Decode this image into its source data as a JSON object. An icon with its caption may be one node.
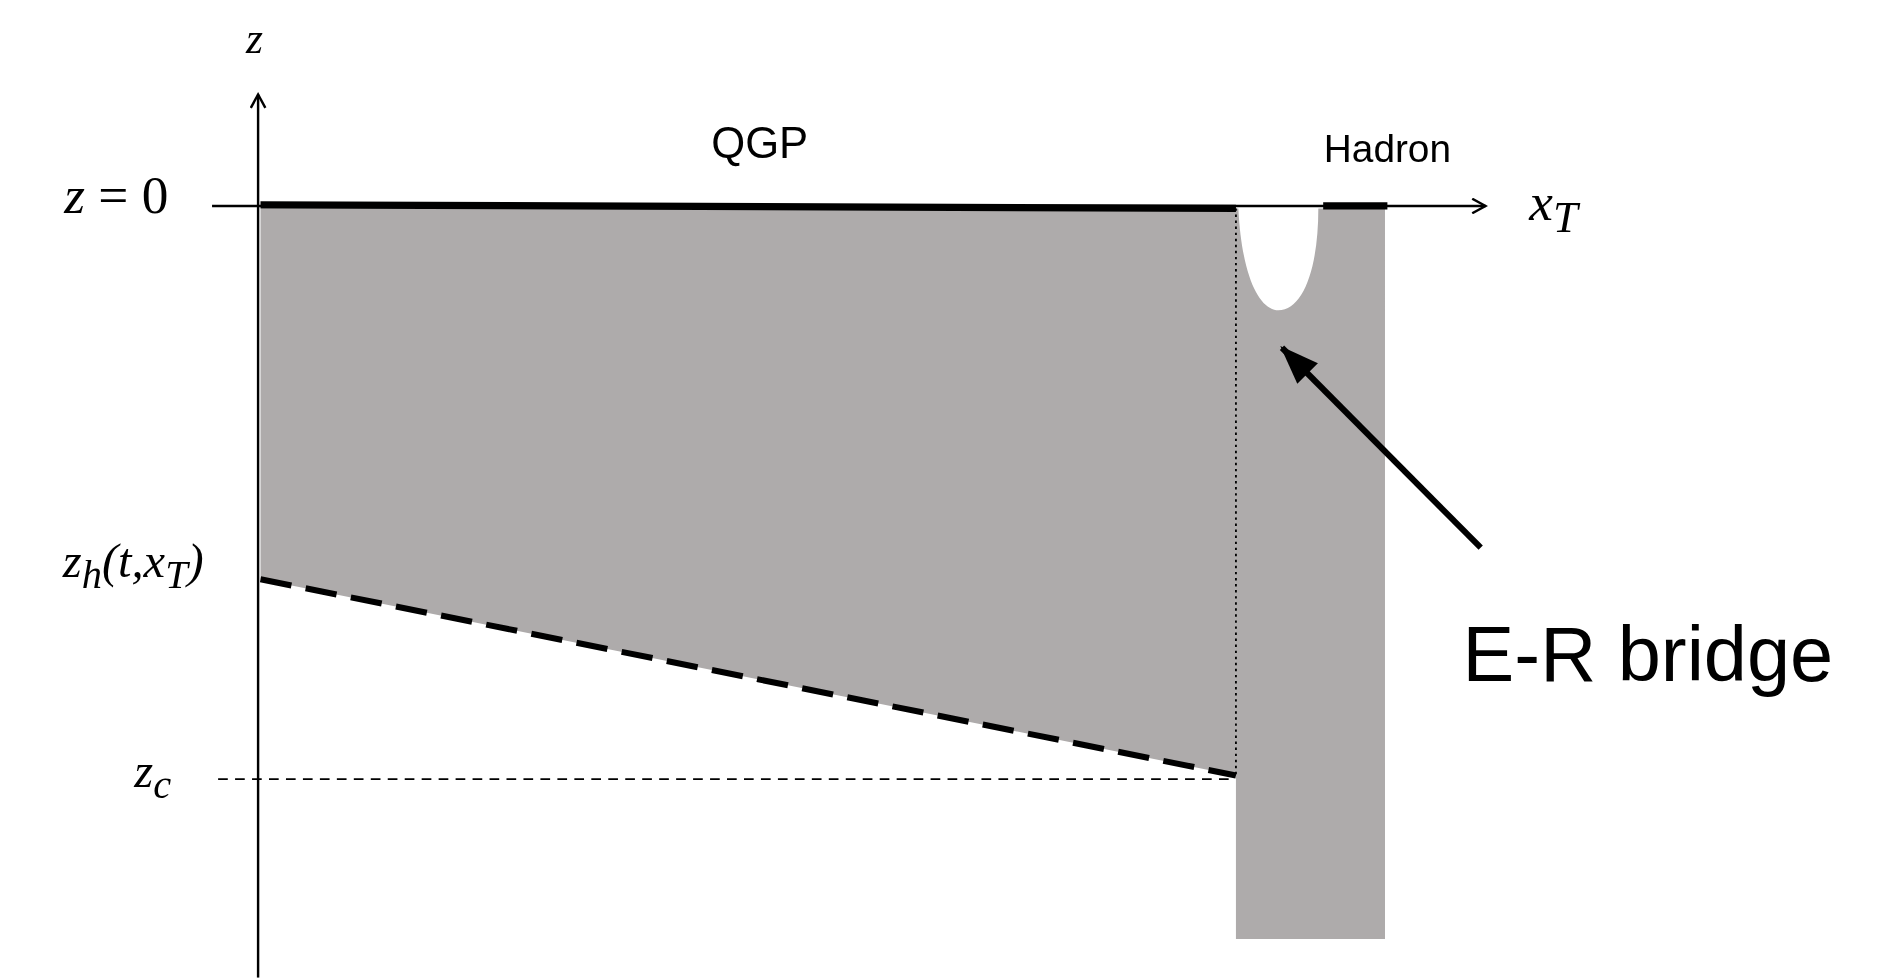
{
  "diagram": {
    "nodes": [
      {
        "text": [
          "E-R bridge"
        ]
      },
      {
        "text": [],
        "shape": "bar"
      }
    ],
    "edges": [
      {
        "from": 0,
        "to": 1,
        "arrow": "to"
      }
    ],
    "labels": [
      "z",
      "QGP",
      "Hadron",
      "*z* = 0",
      "x$_{T}$",
      "z$_{h}$(t,x$_{T}$)",
      "z$_{c}$"
    ]
  }
}
